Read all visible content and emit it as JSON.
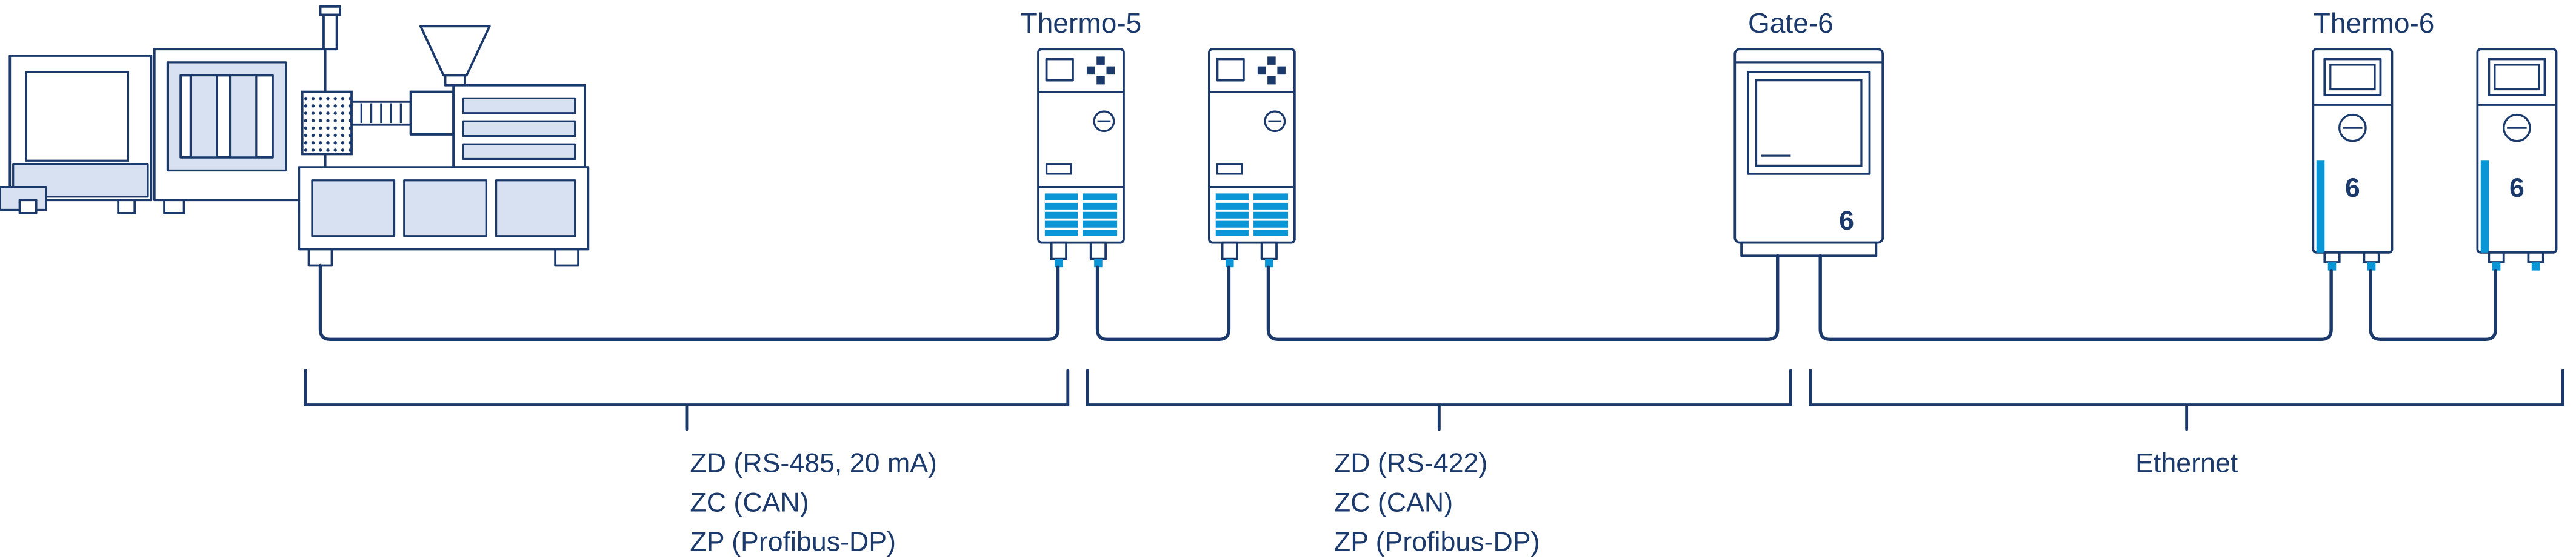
{
  "device_labels": {
    "thermo5": "Thermo-5",
    "gate6": "Gate-6",
    "thermo6": "Thermo-6"
  },
  "device_numbers": {
    "gate6": "6",
    "thermo6": "6"
  },
  "bus_groups": [
    {
      "protocols": [
        "ZD (RS-485, 20 mA)",
        "ZC (CAN)",
        "ZP (Profibus-DP)"
      ]
    },
    {
      "protocols": [
        "ZD (RS-422)",
        "ZC (CAN)",
        "ZP (Profibus-DP)"
      ]
    },
    {
      "protocols": [
        "Ethernet"
      ]
    }
  ],
  "colors": {
    "outline": "#1b3a6b",
    "text": "#1b3a6b",
    "fill_light": "#d7e1f1",
    "accent": "#0a96d6",
    "background": "#ffffff"
  }
}
